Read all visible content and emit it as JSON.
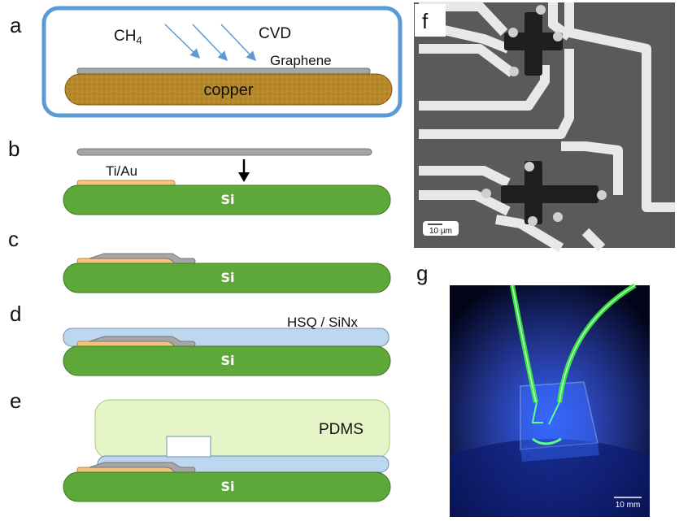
{
  "panels": {
    "a": {
      "letter": "a",
      "gas": "CH",
      "gas_sub": "4",
      "process": "CVD",
      "film": "Graphene",
      "substrate": "copper"
    },
    "b": {
      "letter": "b",
      "contact": "Ti/Au",
      "substrate": "Si"
    },
    "c": {
      "letter": "c",
      "substrate": "Si"
    },
    "d": {
      "letter": "d",
      "dielectric": "HSQ / SiNx",
      "substrate": "Si"
    },
    "e": {
      "letter": "e",
      "mold": "PDMS",
      "substrate": "Si"
    },
    "f": {
      "letter": "f",
      "scale": "10 µm"
    },
    "g": {
      "letter": "g",
      "scale": "10 mm"
    }
  },
  "colors": {
    "frame_blue": "#5b9bd5",
    "copper": "#b8892a",
    "graphene": "#a6a6a6",
    "ti_au": "#f2c57a",
    "si_green": "#5ea83a",
    "hsq_blue": "#bdd7ee",
    "pdms_green": "#e6f5c8",
    "sem_background": "#5a5a5a",
    "electrode": "#e8e8e8",
    "fluorescence_green": "#3cff3c",
    "uv_blue": "#1a3cff"
  }
}
